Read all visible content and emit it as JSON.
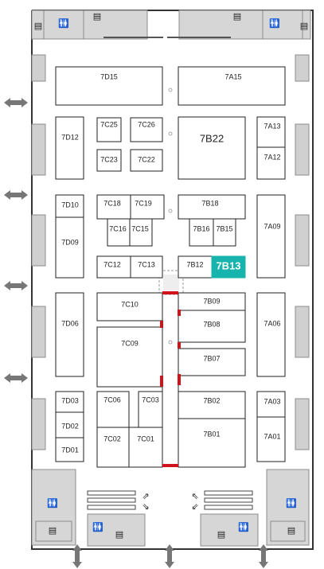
{
  "map": {
    "highlight_color": "#17b3ad",
    "door_color": "#d0121b",
    "booths": {
      "7D15": "7D15",
      "7A15": "7A15",
      "7D12": "7D12",
      "7C25": "7C25",
      "7C26": "7C26",
      "7C23": "7C23",
      "7C22": "7C22",
      "7B22": "7B22",
      "7A13": "7A13",
      "7A12": "7A12",
      "7D10": "7D10",
      "7D09": "7D09",
      "7C18": "7C18",
      "7C19": "7C19",
      "7C16": "7C16",
      "7C15": "7C15",
      "7B18": "7B18",
      "7B16": "7B16",
      "7B15": "7B15",
      "7A09": "7A09",
      "7C12": "7C12",
      "7C13": "7C13",
      "7B12": "7B12",
      "7B13": "7B13",
      "7D06": "7D06",
      "7C10": "7C10",
      "7C09": "7C09",
      "7B09": "7B09",
      "7B08": "7B08",
      "7B07": "7B07",
      "7A06": "7A06",
      "7D03": "7D03",
      "7D02": "7D02",
      "7D01": "7D01",
      "7C06": "7C06",
      "7C03": "7C03",
      "7C02": "7C02",
      "7C01": "7C01",
      "7B02": "7B02",
      "7B01": "7B01",
      "7A03": "7A03",
      "7A01": "7A01"
    },
    "highlighted_booth": "7B13",
    "icons": {
      "restroom": "restroom-icon",
      "stairs": "stairs-icon",
      "escalator": "escalator-icon",
      "entrance_arrow": "double-arrow-icon",
      "info": "info-desk-icon"
    }
  }
}
